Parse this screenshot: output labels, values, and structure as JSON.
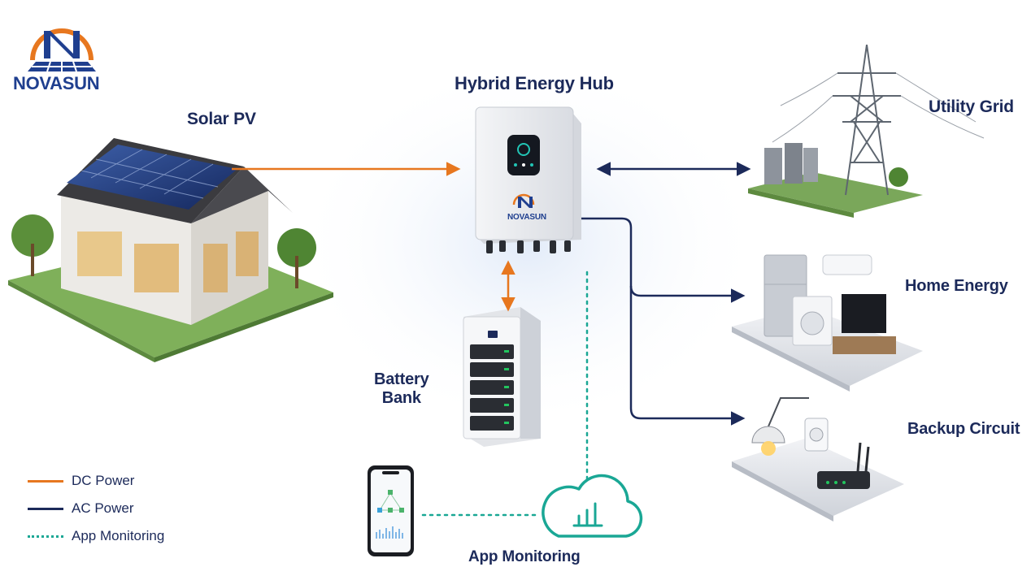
{
  "brand": {
    "name": "NOVASUN",
    "device_brand": "NOVASUN",
    "logo_letter": "N",
    "colors": {
      "navy": "#1c2a5a",
      "orange": "#e7771f",
      "teal": "#1aa795"
    }
  },
  "nodes": {
    "hub": "Hybrid Energy Hub",
    "solar": "Solar PV",
    "grid": "Utility Grid",
    "home": "Home Energy",
    "backup": "Backup Circuit",
    "battery_line1": "Battery",
    "battery_line2": "Bank",
    "app": "App Monitoring"
  },
  "legend": [
    {
      "label": "DC Power",
      "style": "solid",
      "color": "#e7771f"
    },
    {
      "label": "AC Power",
      "style": "solid",
      "color": "#1c2a5a"
    },
    {
      "label": "App Monitoring",
      "style": "dotted",
      "color": "#1aa795"
    }
  ],
  "connections": [
    {
      "from": "solar",
      "to": "hub",
      "type": "DC Power",
      "direction": "one-way"
    },
    {
      "from": "hub",
      "to": "grid",
      "type": "AC Power",
      "direction": "two-way"
    },
    {
      "from": "hub",
      "to": "home",
      "type": "AC Power",
      "direction": "one-way"
    },
    {
      "from": "hub",
      "to": "backup",
      "type": "AC Power",
      "direction": "one-way"
    },
    {
      "from": "hub",
      "to": "battery",
      "type": "DC Power",
      "direction": "two-way"
    },
    {
      "from": "hub",
      "to": "app",
      "type": "App Monitoring",
      "direction": "none"
    }
  ],
  "icons": {
    "logo": "sun-solar-panel-logo-icon",
    "house": "house-with-solar-roof-icon",
    "inverter": "inverter-icon",
    "battery": "battery-cabinet-icon",
    "tower": "transmission-tower-icon",
    "appliances": "home-appliances-icon",
    "backup": "lamp-socket-router-icon",
    "cloud": "cloud-chart-icon",
    "phone": "smartphone-app-icon"
  }
}
